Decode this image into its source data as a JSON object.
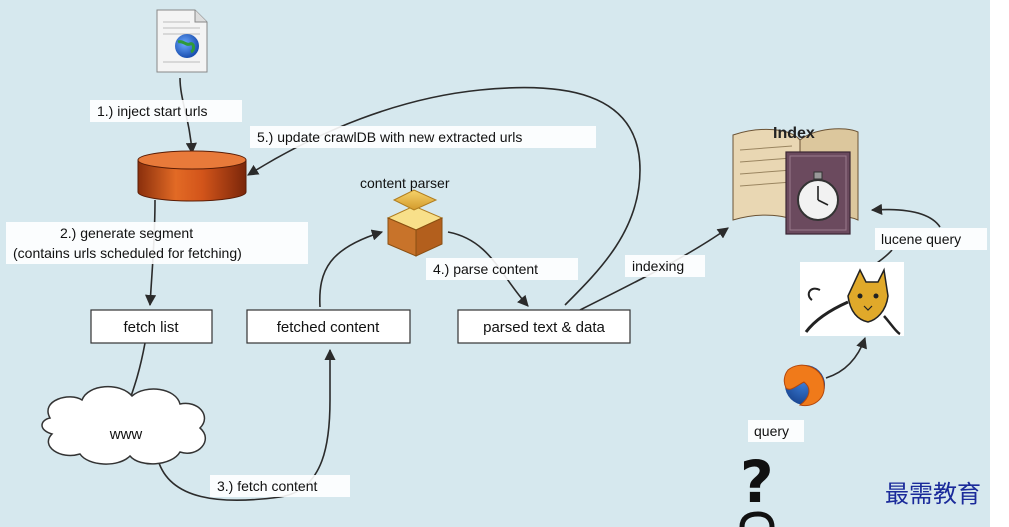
{
  "steps": {
    "inject": "1.) inject start urls",
    "update": "5.) update crawlDB with new extracted urls",
    "generate_line1": "2.) generate segment",
    "generate_line2": "(contains urls scheduled for fetching)",
    "parse": "4.) parse content",
    "fetch": "3.) fetch content",
    "indexing": "indexing"
  },
  "nodes": {
    "content_parser": "content parser",
    "fetch_list": "fetch list",
    "fetched_content": "fetched content",
    "parsed_text": "parsed text & data",
    "www": "www",
    "index": "Index",
    "lucene_query": "lucene query",
    "query": "query",
    "question": "?"
  },
  "icons": {
    "start_document": "document-globe-icon",
    "crawldb": "database-cylinder-icon",
    "content_parser": "package-box-icon",
    "index": "book-stopwatch-icon",
    "tomcat": "tomcat-cat-icon",
    "browser": "firefox-icon"
  },
  "watermark": "最需教育",
  "colors": {
    "background": "#d6e8ee",
    "crawldb": "#d2541a",
    "watermark": "#1a2a9a"
  }
}
